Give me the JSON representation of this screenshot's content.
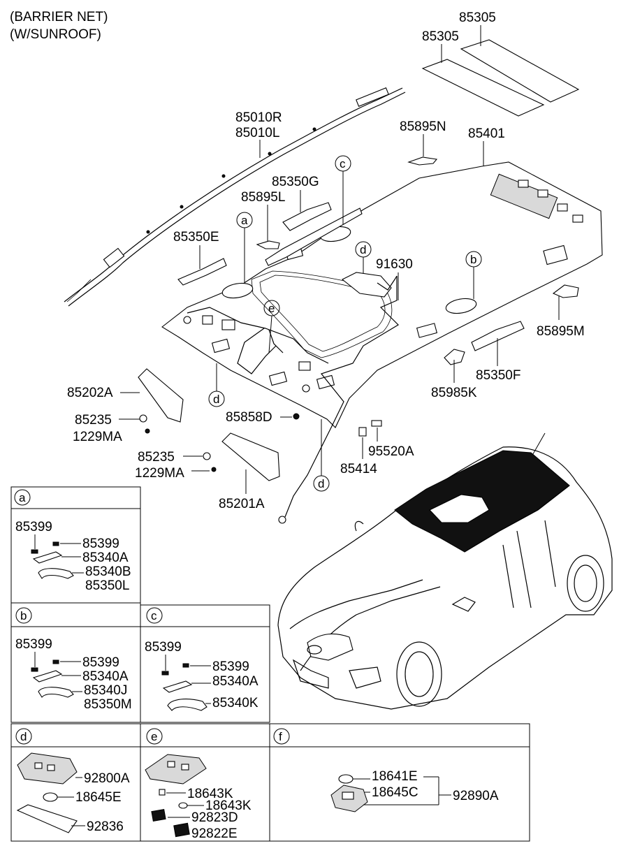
{
  "header": {
    "line1": "(BARRIER NET)",
    "line2": "(W/SUNROOF)"
  },
  "callouts": {
    "a": "a",
    "b": "b",
    "c": "c",
    "d": "d",
    "e": "e",
    "f": "f"
  },
  "main_labels": {
    "p85305_a": "85305",
    "p85305_b": "85305",
    "p85010R": "85010R",
    "p85010L": "85010L",
    "p85895N": "85895N",
    "p85401": "85401",
    "p85350G": "85350G",
    "p85895L": "85895L",
    "p85350E": "85350E",
    "p91630": "91630",
    "p85895M": "85895M",
    "p85350F": "85350F",
    "p85985K": "85985K",
    "p85202A": "85202A",
    "p85235_1": "85235",
    "p1229MA_1": "1229MA",
    "p85858D": "85858D",
    "p95520A": "95520A",
    "p85414": "85414",
    "p85235_2": "85235",
    "p1229MA_2": "1229MA",
    "p85201A": "85201A"
  },
  "detail_a": {
    "title": "a",
    "labels": [
      "85399",
      "85399",
      "85340A",
      "85340B",
      "85350L"
    ]
  },
  "detail_b": {
    "title": "b",
    "labels": [
      "85399",
      "85399",
      "85340A",
      "85340J",
      "85350M"
    ]
  },
  "detail_c": {
    "title": "c",
    "labels": [
      "85399",
      "85399",
      "85340A",
      "85340K"
    ]
  },
  "detail_d": {
    "title": "d",
    "labels": [
      "92800A",
      "18645E",
      "92836"
    ]
  },
  "detail_e": {
    "title": "e",
    "labels": [
      "18643K",
      "18643K",
      "92823D",
      "92822E"
    ]
  },
  "detail_f": {
    "title": "f",
    "labels": [
      "18641E",
      "18645C",
      "92890A"
    ]
  }
}
